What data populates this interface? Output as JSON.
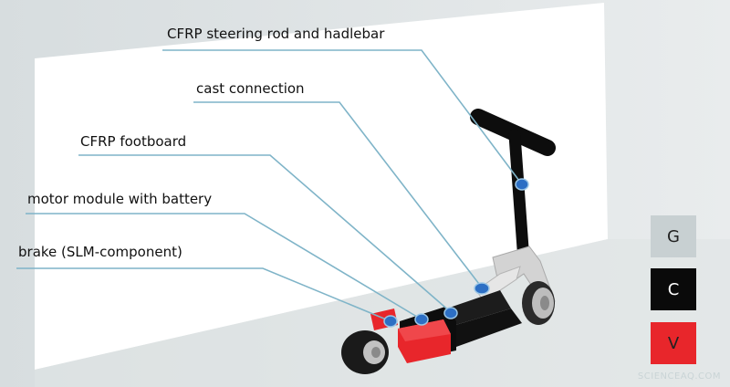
{
  "labels": [
    {
      "id": "steering",
      "text": "CFRP steering rod and hadlebar"
    },
    {
      "id": "cast",
      "text": "cast connection"
    },
    {
      "id": "footboard",
      "text": "CFRP footboard"
    },
    {
      "id": "motor",
      "text": "motor module with battery"
    },
    {
      "id": "brake",
      "text": "brake (SLM-component)"
    }
  ],
  "legend": [
    {
      "letter": "G",
      "color": "#c8d0d2",
      "text_color": "#222222"
    },
    {
      "letter": "C",
      "color": "#0a0a0a",
      "text_color": "#ffffff"
    },
    {
      "letter": "V",
      "color": "#e8262b",
      "text_color": "#222222"
    }
  ],
  "colors": {
    "background": "#e4e8e9",
    "wall": "#ffffff",
    "leader_line": "#7fb4c8",
    "marker": "#2d6fc4",
    "carbon": "#0d0d0d",
    "cast": "#cfcfcf",
    "red": "#e8262b"
  },
  "watermark": "SCIENCEAQ.COM"
}
